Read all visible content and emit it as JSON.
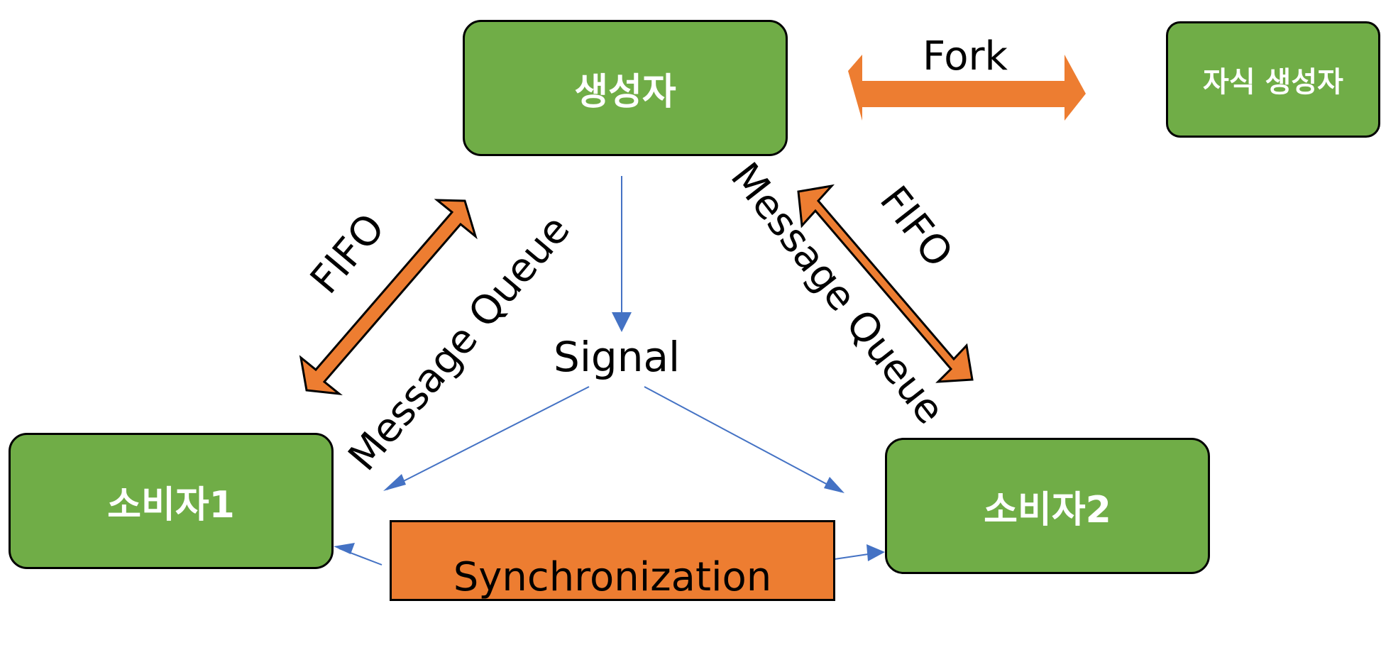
{
  "nodes": {
    "producer": "생성자",
    "child_producer": "자식 생성자",
    "consumer1": "소비자1",
    "consumer2": "소비자2"
  },
  "labels": {
    "fork": "Fork",
    "signal": "Signal",
    "synchronization": "Synchronization",
    "fifo_left": "FIFO",
    "fifo_right": "FIFO",
    "mq_left": "Message Queue",
    "mq_right": "Message Queue"
  },
  "colors": {
    "node_fill": "#70ad47",
    "ipc_arrow": "#ed7d31",
    "signal_line": "#4472c4",
    "border": "#000000"
  }
}
